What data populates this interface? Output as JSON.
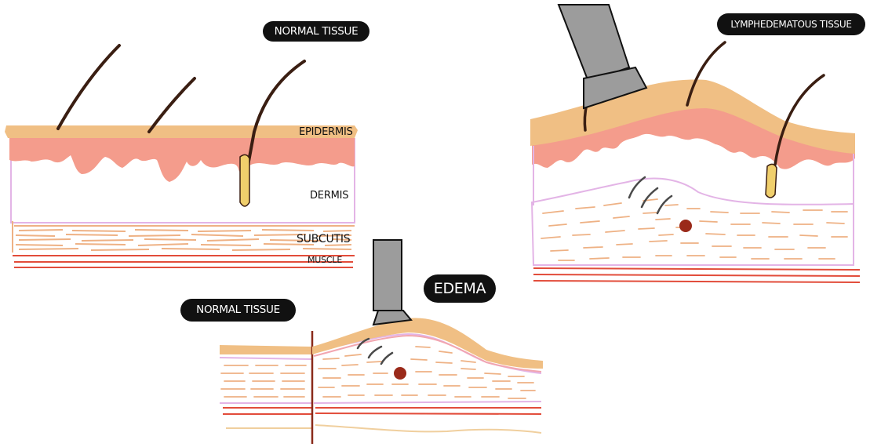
{
  "labels": {
    "normal_tissue_top": "NORMAL TISSUE",
    "lymphedematous_tissue": "LYMPHEDEMATOUS TISSUE",
    "edema": "EDEMA",
    "normal_tissue_bottom": "NORMAL TISSUE",
    "epidermis": "EPIDERMIS",
    "dermis": "DERMIS",
    "subcutis": "SUBCUTIS",
    "muscle": "MUSCLE"
  },
  "colors": {
    "epidermis": "#f0bf84",
    "dermis_papillae": "#f49c8c",
    "dermis_border": "#e3b4e6",
    "subcutis_fibers": "#eeb184",
    "muscle": "#e24c3a",
    "hair": "#3a1e12",
    "hair_bulb": "#f0cf6c",
    "probe": "#9c9c9c",
    "vessel": "#9a2a1a"
  }
}
